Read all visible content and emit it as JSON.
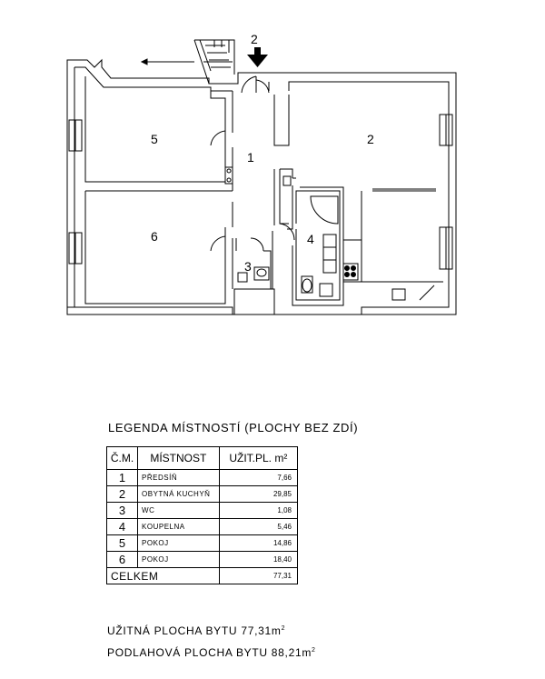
{
  "plan": {
    "entrance_label": "2",
    "rooms": [
      {
        "id": "room-1",
        "label": "1"
      },
      {
        "id": "room-2",
        "label": "2"
      },
      {
        "id": "room-3",
        "label": "3"
      },
      {
        "id": "room-4",
        "label": "4"
      },
      {
        "id": "room-5",
        "label": "5"
      },
      {
        "id": "room-6",
        "label": "6"
      }
    ]
  },
  "legend": {
    "title": "LEGENDA MÍSTNOSTÍ (PLOCHY BEZ ZDÍ)",
    "headers": {
      "num": "Č.M.",
      "name": "MÍSTNOST",
      "area": "UŽIT.PL. m²"
    },
    "rows": [
      {
        "num": "1",
        "name": "PŘEDSÍŇ",
        "area": "7,66"
      },
      {
        "num": "2",
        "name": "OBYTNÁ KUCHYŇ",
        "area": "29,85"
      },
      {
        "num": "3",
        "name": "WC",
        "area": "1,08"
      },
      {
        "num": "4",
        "name": "KOUPELNA",
        "area": "5,46"
      },
      {
        "num": "5",
        "name": "POKOJ",
        "area": "14,86"
      },
      {
        "num": "6",
        "name": "POKOJ",
        "area": "18,40"
      }
    ],
    "total_label": "CELKEM",
    "total_value": "77,31"
  },
  "summary": {
    "usable_label": "UŽITNÁ PLOCHA BYTU",
    "usable_value": "77,31m",
    "floor_label": "PODLAHOVÁ PLOCHA BYTU",
    "floor_value": "88,21m",
    "unit_exp": "2"
  }
}
